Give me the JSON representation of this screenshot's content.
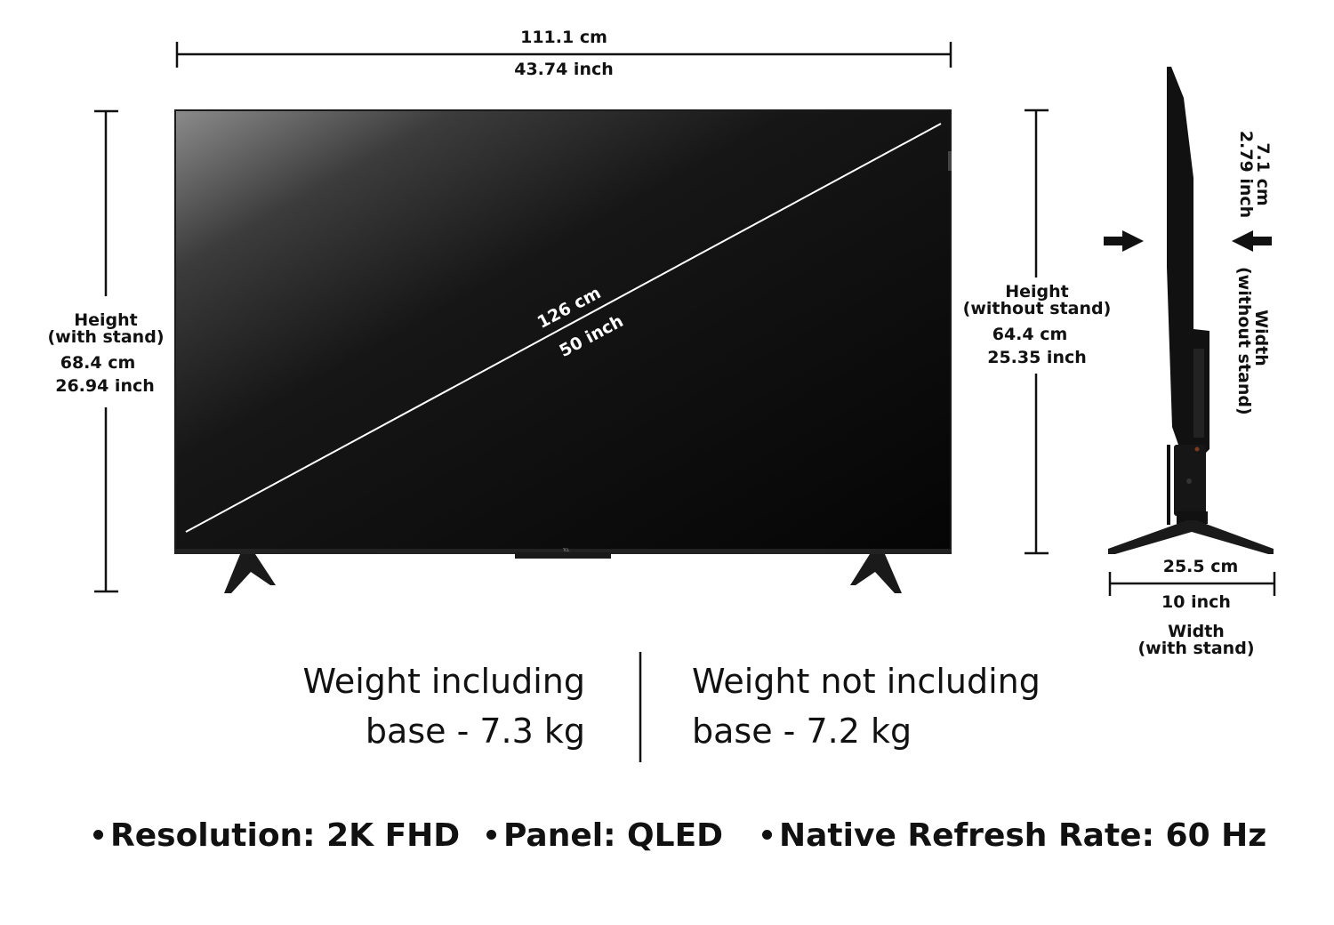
{
  "dimensions": {
    "width_top": {
      "cm": "111.1 cm",
      "inch": "43.74 inch"
    },
    "height_with_stand": {
      "title_line1": "Height",
      "title_line2": "(with stand)",
      "cm": "68.4 cm",
      "inch": "26.94 inch"
    },
    "diagonal": {
      "cm": "126 cm",
      "inch": "50 inch"
    },
    "height_without_stand": {
      "title_line1": "Height",
      "title_line2": "(without stand)",
      "cm": "64.4 cm",
      "inch": "25.35 inch"
    },
    "depth_without_stand": {
      "cm": "7.1 cm",
      "inch": "2.79 inch",
      "title_line1": "Width",
      "title_line2": "(without stand)"
    },
    "depth_with_stand": {
      "cm": "25.5 cm",
      "inch": "10 inch",
      "title_line1": "Width",
      "title_line2": "(with stand)"
    }
  },
  "weights": {
    "including": {
      "line1": "Weight including",
      "line2": "base - 7.3 kg"
    },
    "not_including": {
      "line1": "Weight not including",
      "line2": "base - 7.2 kg"
    }
  },
  "specs": [
    {
      "text": "Resolution: 2K FHD"
    },
    {
      "text": "Panel: QLED"
    },
    {
      "text": "Native Refresh Rate: 60 Hz"
    }
  ],
  "brand_on_bezel": "TCL",
  "colors": {
    "text": "#111111",
    "screen_dark": "#0b0b0b",
    "screen_light": "#8a8a8a",
    "background": "#ffffff"
  },
  "icons": [
    "arrow-right-icon",
    "arrow-left-icon"
  ]
}
